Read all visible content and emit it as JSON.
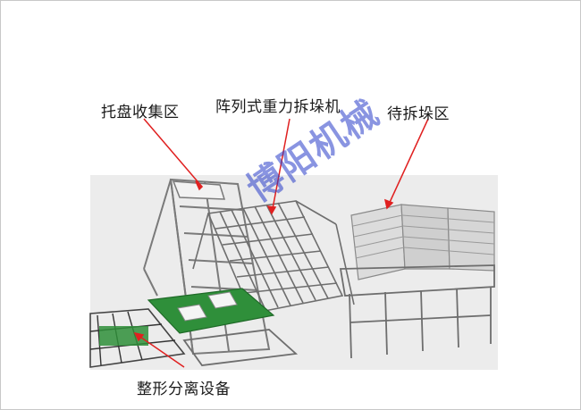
{
  "labels": {
    "pallet_collection_area": "托盘收集区",
    "array_gravity_destacker": "阵列式重力拆垛机",
    "waiting_destack_area": "待拆垛区",
    "shaping_separation_device": "整形分离设备"
  },
  "watermark": "博阳机械",
  "colors": {
    "frame_steel": "#7a7a7a",
    "conveyor_green": "#2f8f3a",
    "arrow_red": "#e02020",
    "panel_grey": "#d8d8d8",
    "watermark_blue": "#2838c8"
  }
}
